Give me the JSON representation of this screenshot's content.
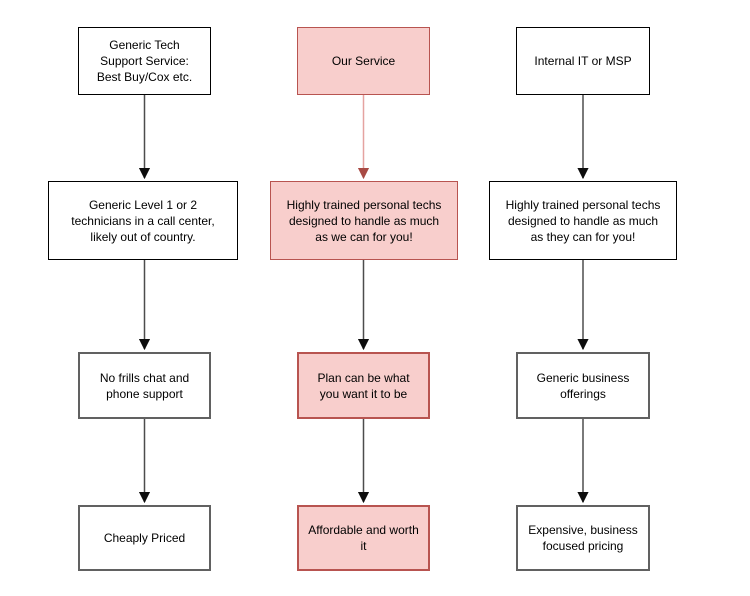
{
  "diagram": {
    "type": "flowchart-comparison",
    "columns": [
      {
        "name": "generic-tech-support",
        "highlighted": false,
        "nodes": [
          "Generic Tech\nSupport Service:\nBest Buy/Cox etc.",
          "Generic Level 1 or 2\ntechnicians in a call center,\nlikely out of country.",
          "No frills chat and\nphone support",
          "Cheaply Priced"
        ]
      },
      {
        "name": "our-service",
        "highlighted": true,
        "nodes": [
          "Our Service",
          "Highly trained personal techs\ndesigned to handle as much\nas we can for you!",
          "Plan can be what\nyou want it to be",
          "Affordable and worth\nit"
        ]
      },
      {
        "name": "internal-it-or-msp",
        "highlighted": false,
        "nodes": [
          "Internal IT or MSP",
          "Highly trained personal techs\ndesigned to handle as much\nas they can for you!",
          "Generic business\nofferings",
          "Expensive, business\nfocused pricing"
        ]
      }
    ],
    "connectors": {
      "style": "straight-vertical-arrow-down",
      "per_column": 3,
      "red_connector": "our-service column, first arrow"
    },
    "colors": {
      "highlight_fill": "#f8cecc",
      "highlight_border": "#b85450",
      "plain_fill": "#ffffff",
      "node_border_dark": "#000000",
      "node_border_gray": "#616161",
      "arrow_dark_line": "#4d4d4d",
      "arrow_dark_head": "#0d0d0d",
      "arrow_red_line": "#e5a3a0",
      "arrow_red_head": "#a84a44",
      "text": "#000000",
      "background": "#ffffff"
    }
  }
}
